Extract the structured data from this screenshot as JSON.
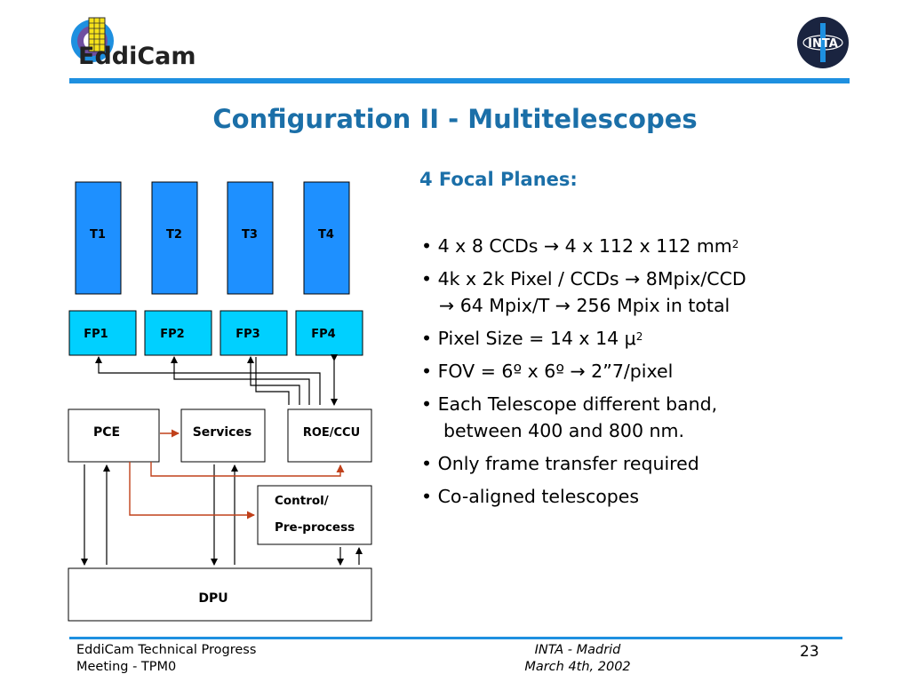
{
  "header": {
    "logo_left_text": "EddiCam",
    "logo_right_text": "INTA"
  },
  "title": "Configuration II - Multitelescopes",
  "diagram": {
    "telescopes": [
      "T1",
      "T2",
      "T3",
      "T4"
    ],
    "focal_planes": [
      "FP1",
      "FP2",
      "FP3",
      "FP4"
    ],
    "blocks": {
      "pce": "PCE",
      "services": "Services",
      "roe_ccu": "ROE/CCU",
      "control_line1": "Control/",
      "control_line2": "Pre-process",
      "dpu": "DPU"
    },
    "colors": {
      "telescope_fill": "#1E90FF",
      "fp_fill": "#00D0FF",
      "red_arrow": "#C0401A",
      "black_arrow": "#000000"
    }
  },
  "panel": {
    "heading": "4 Focal Planes:",
    "bullets": [
      {
        "text": "• 4 x 8 CCDs → 4 x 112 x 112 mm",
        "sup": "2"
      },
      {
        "text": "• 4k x 2k Pixel / CCDs → 8Mpix/CCD",
        "cont": "→ 64 Mpix/T →  256 Mpix in total"
      },
      {
        "text": "• Pixel Size = 14 x 14 μ",
        "sup": "2"
      },
      {
        "text": "• FOV = 6º x 6º → 2”7/pixel"
      },
      {
        "text": "• Each Telescope different band,",
        "cont": "between 400 and 800 nm."
      },
      {
        "text": "• Only frame transfer required"
      },
      {
        "text": "• Co-aligned telescopes"
      }
    ]
  },
  "footer": {
    "left_line1": "EddiCam Technical Progress",
    "left_line2": "Meeting - TPM0",
    "center_line1": "INTA - Madrid",
    "center_line2": "March 4th, 2002",
    "page": "23"
  }
}
